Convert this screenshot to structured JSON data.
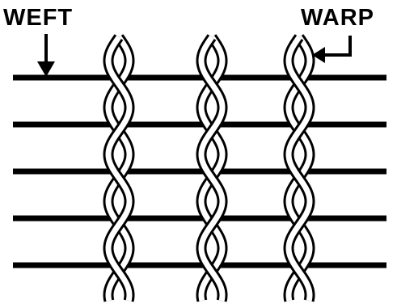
{
  "labels": {
    "weft": "WEFT",
    "warp": "WARP"
  },
  "diagram": {
    "weft_count": 5,
    "warp_count": 3,
    "warp_strands_per_yarn": 2,
    "colors": {
      "line": "#000000",
      "background": "#ffffff"
    }
  }
}
